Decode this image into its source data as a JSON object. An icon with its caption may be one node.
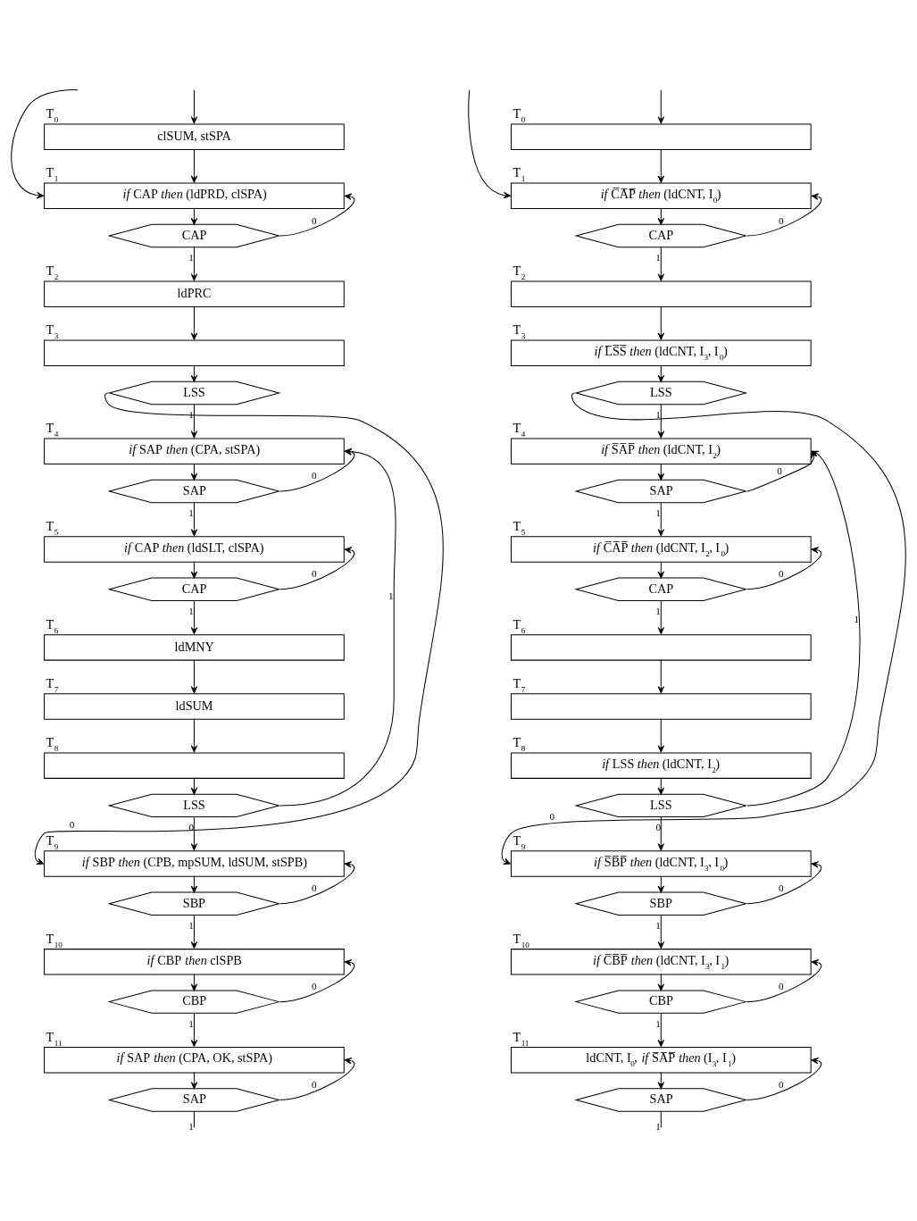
{
  "diagram": {
    "nodes": [
      {
        "text": [
          "T$_{0}$",
          "clSUM, stSPA"
        ]
      },
      {
        "text": [
          "T$_{1}$",
          "*if* CAP *then* (ldPRD, clSPA)"
        ]
      },
      {
        "text": [
          "CAP"
        ]
      },
      {
        "text": [
          "T$_{2}$",
          "ldPRC"
        ]
      },
      {
        "text": [
          "T$_{3}$"
        ]
      },
      {
        "text": [
          "LSS"
        ]
      },
      {
        "text": [
          "T$_{4}$",
          "*if* SAP *then* (CPA, stSPA)"
        ]
      },
      {
        "text": [
          "SAP"
        ]
      },
      {
        "text": [
          "T$_{5}$",
          "*if* CAP *then* (ldSLT, clSPA)"
        ]
      },
      {
        "text": [
          "CAP"
        ]
      },
      {
        "text": [
          "T$_{6}$",
          "ldMNY"
        ]
      },
      {
        "text": [
          "T$_{7}$",
          "ldSUM"
        ]
      },
      {
        "text": [
          "T$_{8}$"
        ]
      },
      {
        "text": [
          "LSS"
        ]
      },
      {
        "text": [
          "T$_{9}$",
          "*if* SBP *then* (CPB, mpSUM, ldSUM, stSPB)"
        ]
      },
      {
        "text": [
          "SBP"
        ]
      },
      {
        "text": [
          "T$_{10}$",
          "*if* CBP *then* clSPB"
        ]
      },
      {
        "text": [
          "CBP"
        ]
      },
      {
        "text": [
          "T$_{11}$",
          "*if* SAP *then* (CPA, OK, stSPA)"
        ]
      },
      {
        "text": [
          "SAP"
        ]
      },
      {
        "text": [
          "T$_{0}$"
        ]
      },
      {
        "text": [
          "T$_{1}$",
          "*if* C̅A̅P̅ *then* (ldCNT, I$_{0}$)"
        ]
      },
      {
        "text": [
          "CAP"
        ]
      },
      {
        "text": [
          "T$_{2}$"
        ]
      },
      {
        "text": [
          "T$_{3}$",
          "*if* L̅S̅S̅ *then* (ldCNT, I$_{3}$, I$_{0}$)"
        ]
      },
      {
        "text": [
          "LSS"
        ]
      },
      {
        "text": [
          "T$_{4}$",
          "*if* S̅A̅P̅ *then* (ldCNT, I$_{2}$)"
        ]
      },
      {
        "text": [
          "SAP"
        ]
      },
      {
        "text": [
          "T$_{5}$",
          "*if* C̅A̅P̅ *then* (ldCNT, I$_{2}$, I$_{0}$)"
        ]
      },
      {
        "text": [
          "CAP"
        ]
      },
      {
        "text": [
          "T$_{6}$"
        ]
      },
      {
        "text": [
          "T$_{7}$"
        ]
      },
      {
        "text": [
          "T$_{8}$",
          "*if* LSS *then* (ldCNT, I$_{2}$)"
        ]
      },
      {
        "text": [
          "LSS"
        ]
      },
      {
        "text": [
          "T$_{9}$",
          "*if* S̅B̅P̅ *then* (ldCNT, I$_{3}$, I$_{0}$)"
        ]
      },
      {
        "text": [
          "SBP"
        ]
      },
      {
        "text": [
          "T$_{10}$",
          "*if* C̅B̅P̅ *then* (ldCNT, I$_{3}$, I$_{1}$)"
        ]
      },
      {
        "text": [
          "CBP"
        ]
      },
      {
        "text": [
          "T$_{11}$",
          "ldCNT, I$_{0}$, *if* S̅A̅P̅ *then* (I$_{3}$, I$_{1}$)"
        ]
      },
      {
        "text": [
          "SAP"
        ]
      }
    ],
    "edges": [
      {
        "from": null,
        "to": 0,
        "arrow": "to"
      },
      {
        "from": 0,
        "to": 1,
        "arrow": "to"
      },
      {
        "from": 1,
        "to": 2,
        "arrow": "to"
      },
      {
        "from": 2,
        "to": 1,
        "arrow": "to",
        "label": "0"
      },
      {
        "from": 2,
        "to": 3,
        "arrow": "to",
        "label": "1"
      },
      {
        "from": 3,
        "to": 4,
        "arrow": "to"
      },
      {
        "from": 4,
        "to": 5,
        "arrow": "to"
      },
      {
        "from": 5,
        "to": 14,
        "arrow": "to",
        "label": "0"
      },
      {
        "from": 5,
        "to": 6,
        "arrow": "to",
        "label": "1"
      },
      {
        "from": 6,
        "to": 7,
        "arrow": "to"
      },
      {
        "from": 7,
        "to": 6,
        "arrow": "to",
        "label": "0"
      },
      {
        "from": 7,
        "to": 8,
        "arrow": "to",
        "label": "1"
      },
      {
        "from": 8,
        "to": 9,
        "arrow": "to"
      },
      {
        "from": 9,
        "to": 8,
        "arrow": "to",
        "label": "0"
      },
      {
        "from": 9,
        "to": 10,
        "arrow": "to",
        "label": "1"
      },
      {
        "from": 10,
        "to": 11,
        "arrow": "to"
      },
      {
        "from": 11,
        "to": 12,
        "arrow": "to"
      },
      {
        "from": 12,
        "to": 13,
        "arrow": "to"
      },
      {
        "from": 13,
        "to": 6,
        "arrow": "to",
        "label": "1"
      },
      {
        "from": 13,
        "to": 14,
        "arrow": "to",
        "label": "0"
      },
      {
        "from": 14,
        "to": 15,
        "arrow": "to"
      },
      {
        "from": 15,
        "to": 14,
        "arrow": "to",
        "label": "0"
      },
      {
        "from": 15,
        "to": 16,
        "arrow": "to",
        "label": "1"
      },
      {
        "from": 16,
        "to": 17,
        "arrow": "to"
      },
      {
        "from": 17,
        "to": 16,
        "arrow": "to",
        "label": "0"
      },
      {
        "from": 17,
        "to": 18,
        "arrow": "to",
        "label": "1"
      },
      {
        "from": 18,
        "to": 19,
        "arrow": "to"
      },
      {
        "from": 19,
        "to": 18,
        "arrow": "to",
        "label": "0"
      },
      {
        "from": 19,
        "to": null,
        "arrow": "none",
        "label": "1"
      },
      {
        "from": null,
        "to": 1,
        "arrow": "to"
      },
      {
        "from": null,
        "to": 20,
        "arrow": "to"
      },
      {
        "from": 20,
        "to": 21,
        "arrow": "to"
      },
      {
        "from": 21,
        "to": 22,
        "arrow": "to"
      },
      {
        "from": 22,
        "to": 21,
        "arrow": "to",
        "label": "0"
      },
      {
        "from": 22,
        "to": 23,
        "arrow": "to",
        "label": "1"
      },
      {
        "from": 23,
        "to": 24,
        "arrow": "to"
      },
      {
        "from": 24,
        "to": 25,
        "arrow": "to"
      },
      {
        "from": 25,
        "to": 34,
        "arrow": "to",
        "label": "0"
      },
      {
        "from": 25,
        "to": 26,
        "arrow": "to",
        "label": "1"
      },
      {
        "from": 26,
        "to": 27,
        "arrow": "to"
      },
      {
        "from": 27,
        "to": 26,
        "arrow": "to",
        "label": "0"
      },
      {
        "from": 27,
        "to": 28,
        "arrow": "to",
        "label": "1"
      },
      {
        "from": 28,
        "to": 29,
        "arrow": "to"
      },
      {
        "from": 29,
        "to": 28,
        "arrow": "to",
        "label": "0"
      },
      {
        "from": 29,
        "to": 30,
        "arrow": "to",
        "label": "1"
      },
      {
        "from": 30,
        "to": 31,
        "arrow": "to"
      },
      {
        "from": 31,
        "to": 32,
        "arrow": "to"
      },
      {
        "from": 32,
        "to": 33,
        "arrow": "to"
      },
      {
        "from": 33,
        "to": 26,
        "arrow": "to",
        "label": "1"
      },
      {
        "from": 33,
        "to": 34,
        "arrow": "to",
        "label": "0"
      },
      {
        "from": 34,
        "to": 35,
        "arrow": "to"
      },
      {
        "from": 35,
        "to": 34,
        "arrow": "to",
        "label": "0"
      },
      {
        "from": 35,
        "to": 36,
        "arrow": "to",
        "label": "1"
      },
      {
        "from": 36,
        "to": 37,
        "arrow": "to"
      },
      {
        "from": 37,
        "to": 36,
        "arrow": "to",
        "label": "0"
      },
      {
        "from": 37,
        "to": 38,
        "arrow": "to",
        "label": "1"
      },
      {
        "from": 38,
        "to": 39,
        "arrow": "to"
      },
      {
        "from": 39,
        "to": 38,
        "arrow": "to",
        "label": "0"
      },
      {
        "from": 39,
        "to": null,
        "arrow": "none",
        "label": "1"
      },
      {
        "from": null,
        "to": 21,
        "arrow": "to"
      }
    ]
  }
}
